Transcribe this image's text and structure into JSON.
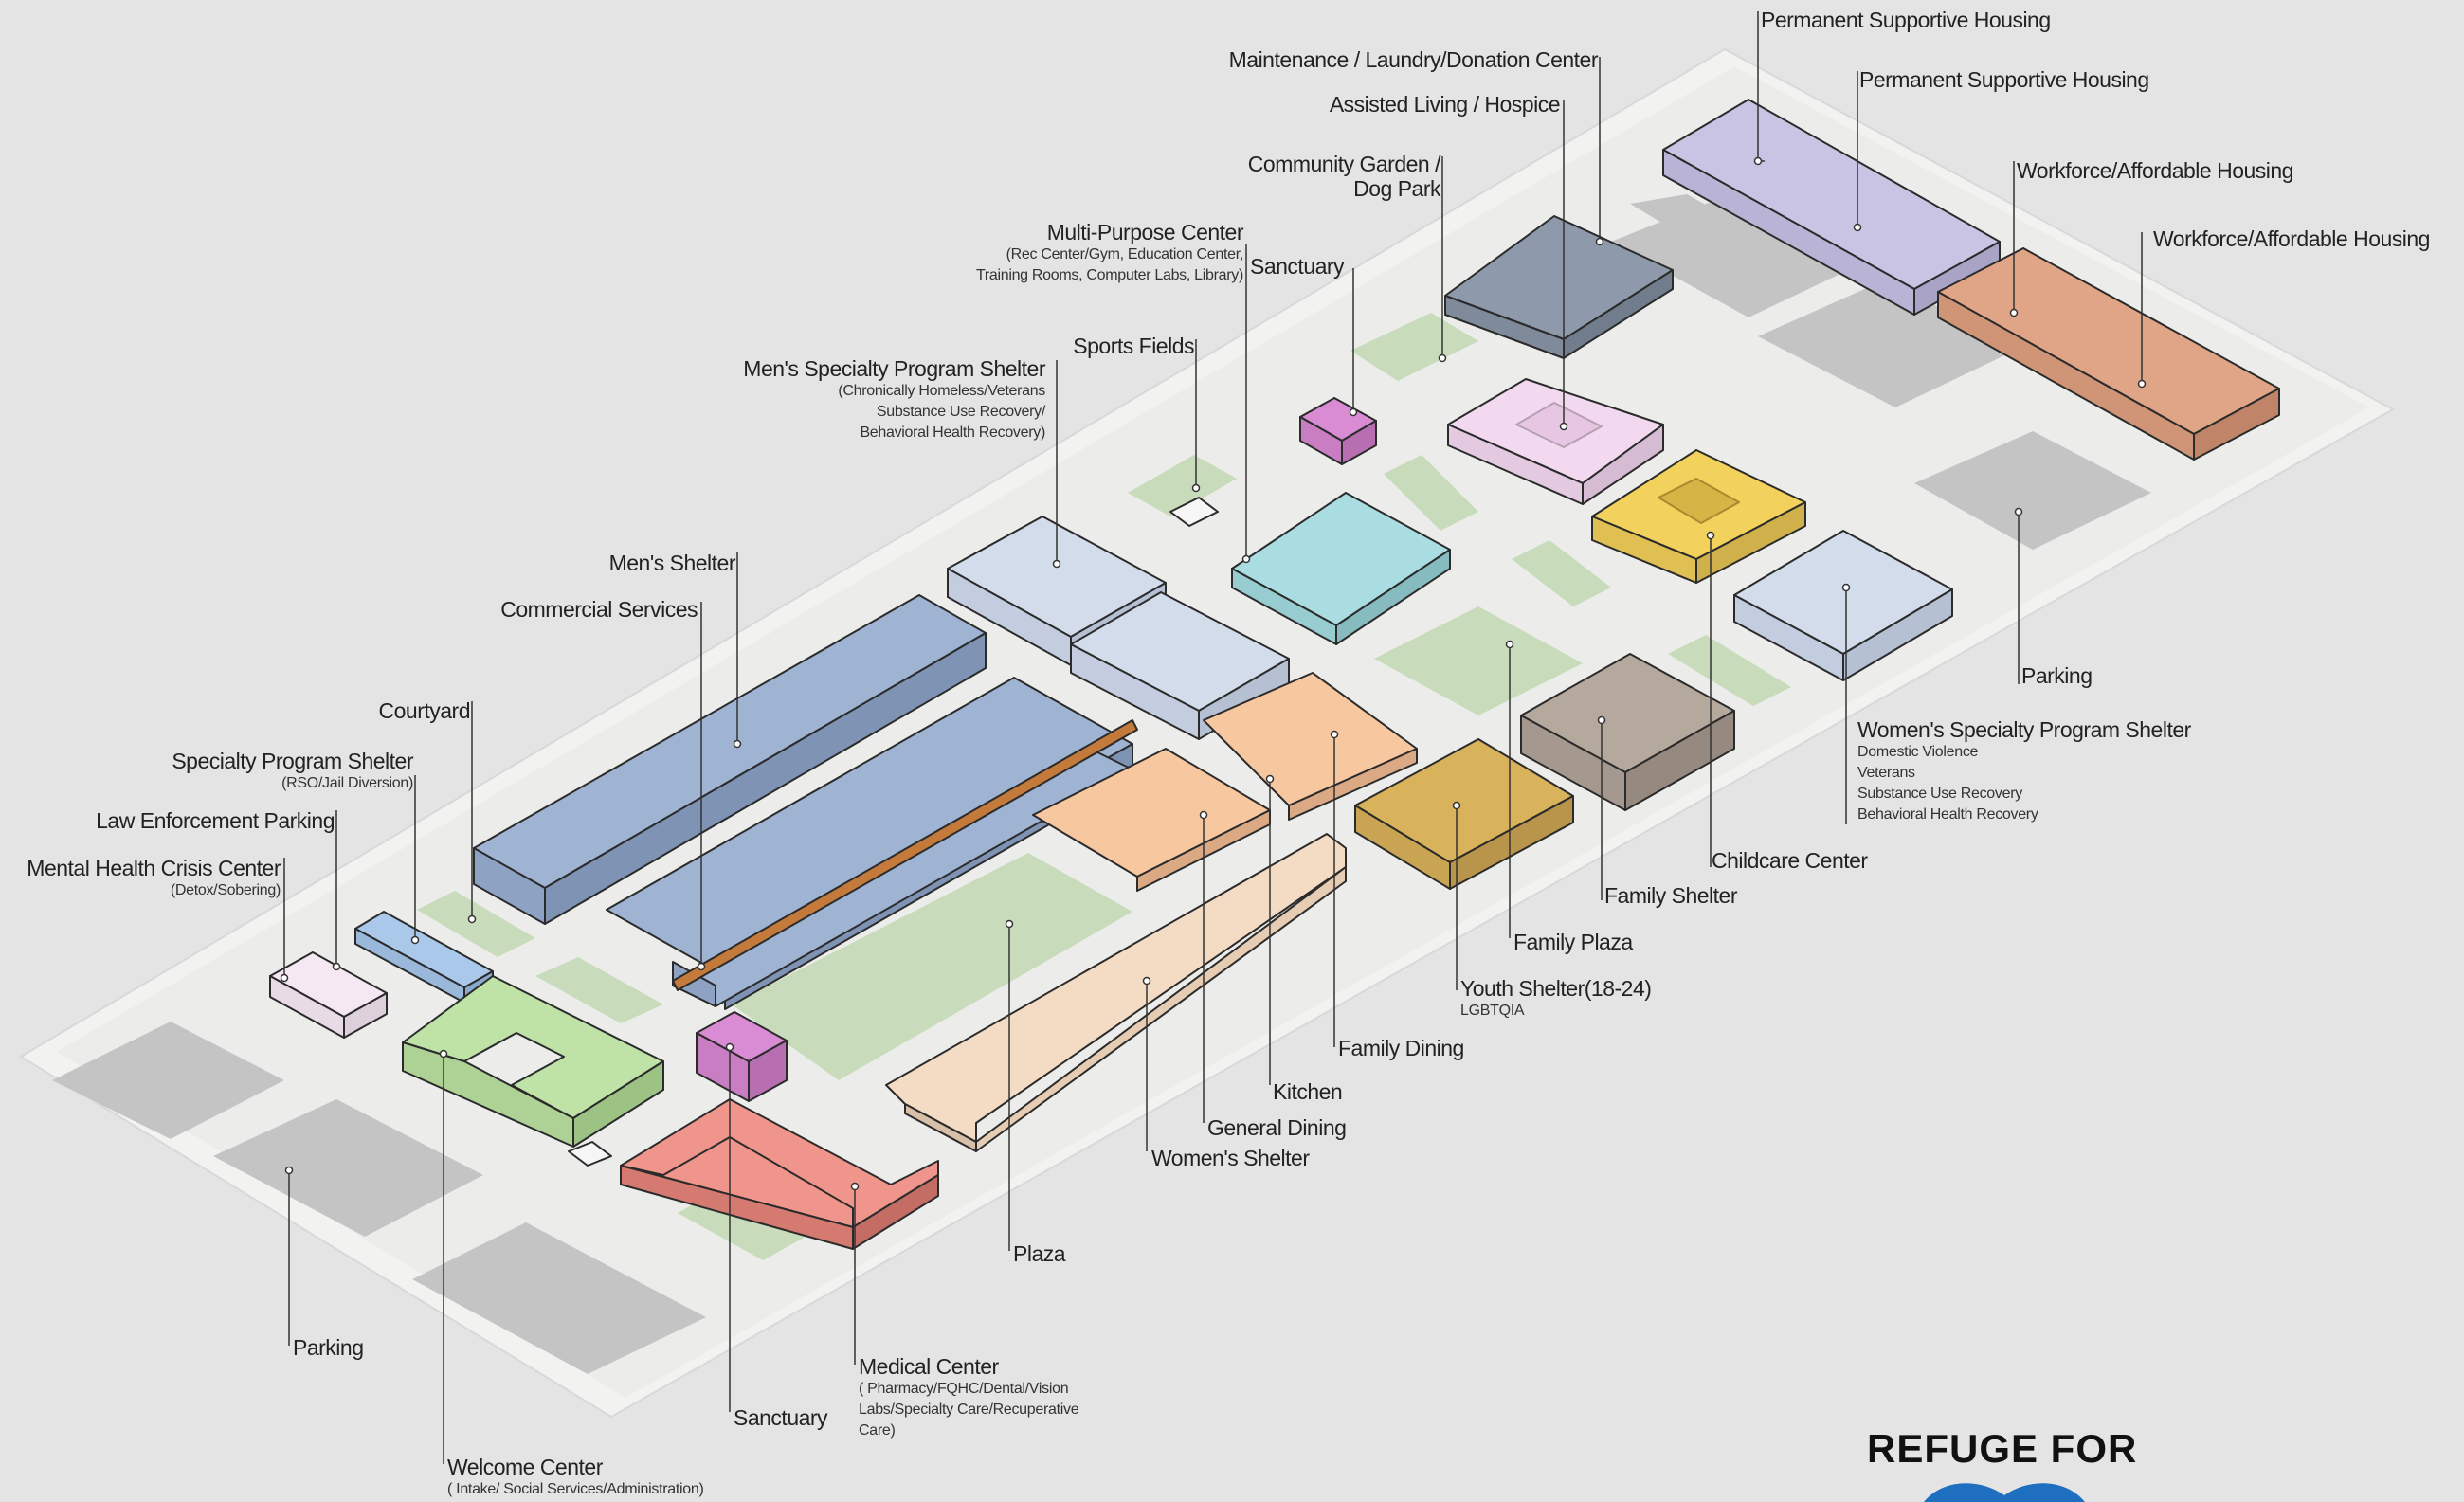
{
  "brand": {
    "title": "REFUGE FOR",
    "logo_color": "#1f6fc1"
  },
  "labels": {
    "psh1": "Permanent Supportive Housing",
    "psh2": "Permanent Supportive Housing",
    "maint": "Maintenance / Laundry/Donation Center",
    "assisted": "Assisted Living / Hospice",
    "garden1": "Community Garden /",
    "garden2": "Dog Park",
    "work1": "Workforce/Affordable Housing",
    "work2": "Workforce/Affordable Housing",
    "mpc": "Multi-Purpose Center",
    "mpc_s1": "(Rec Center/Gym, Education Center,",
    "mpc_s2": "Training Rooms, Computer Labs, Library)",
    "sanct_top": "Sanctuary",
    "sports": "Sports Fields",
    "msps": "Men's Specialty Program Shelter",
    "msps_s1": "(Chronically Homeless/Veterans",
    "msps_s2": "Substance Use Recovery/",
    "msps_s3": "Behavioral Health Recovery)",
    "mens": "Men's Shelter",
    "commercial": "Commercial Services",
    "courtyard": "Courtyard",
    "sps": "Specialty Program Shelter",
    "sps_s": "(RSO/Jail Diversion)",
    "lep": "Law Enforcement Parking",
    "mhcc": "Mental Health Crisis Center",
    "mhcc_s": "(Detox/Sobering)",
    "parking_right": "Parking",
    "wsps": "Women's Specialty Program Shelter",
    "wsps_s1": "Domestic Violence",
    "wsps_s2": "Veterans",
    "wsps_s3": "Substance Use Recovery",
    "wsps_s4": "Behavioral Health Recovery",
    "childcare": "Childcare Center",
    "family_shelter": "Family Shelter",
    "family_plaza": "Family Plaza",
    "youth": "Youth Shelter(18-24)",
    "youth_s": "LGBTQIA",
    "family_dining": "Family Dining",
    "kitchen": "Kitchen",
    "general_dining": "General Dining",
    "womens": "Women's Shelter",
    "plaza": "Plaza",
    "medical": "Medical Center",
    "medical_s1": "( Pharmacy/FQHC/Dental/Vision",
    "medical_s2": "Labs/Specialty Care/Recuperative",
    "medical_s3": "Care)",
    "sanct_bottom": "Sanctuary",
    "parking_left": "Parking",
    "welcome": "Welcome Center",
    "welcome_s": "( Intake/ Social Services/Administration)"
  },
  "colors": {
    "ground": "#f1f1f0",
    "green": "#c8dcbb",
    "parking": "#c4c4c4",
    "mens_blue": "#9fb3d3",
    "light_blue": "#d3dceb",
    "peach": "#f7c7a0",
    "cream": "#f4dcc4",
    "salmon": "#f0958b",
    "lime": "#bfe2a6",
    "magenta": "#d98cd3",
    "pink_light": "#f3d9ef",
    "teal": "#a9dde1",
    "yellow": "#f2d15c",
    "gold": "#d9b25c",
    "taupe": "#b5a89d",
    "slate": "#8e9aab",
    "lavender": "#c9c4e3",
    "terracotta": "#e0a586",
    "sky": "#a9c8ea"
  }
}
